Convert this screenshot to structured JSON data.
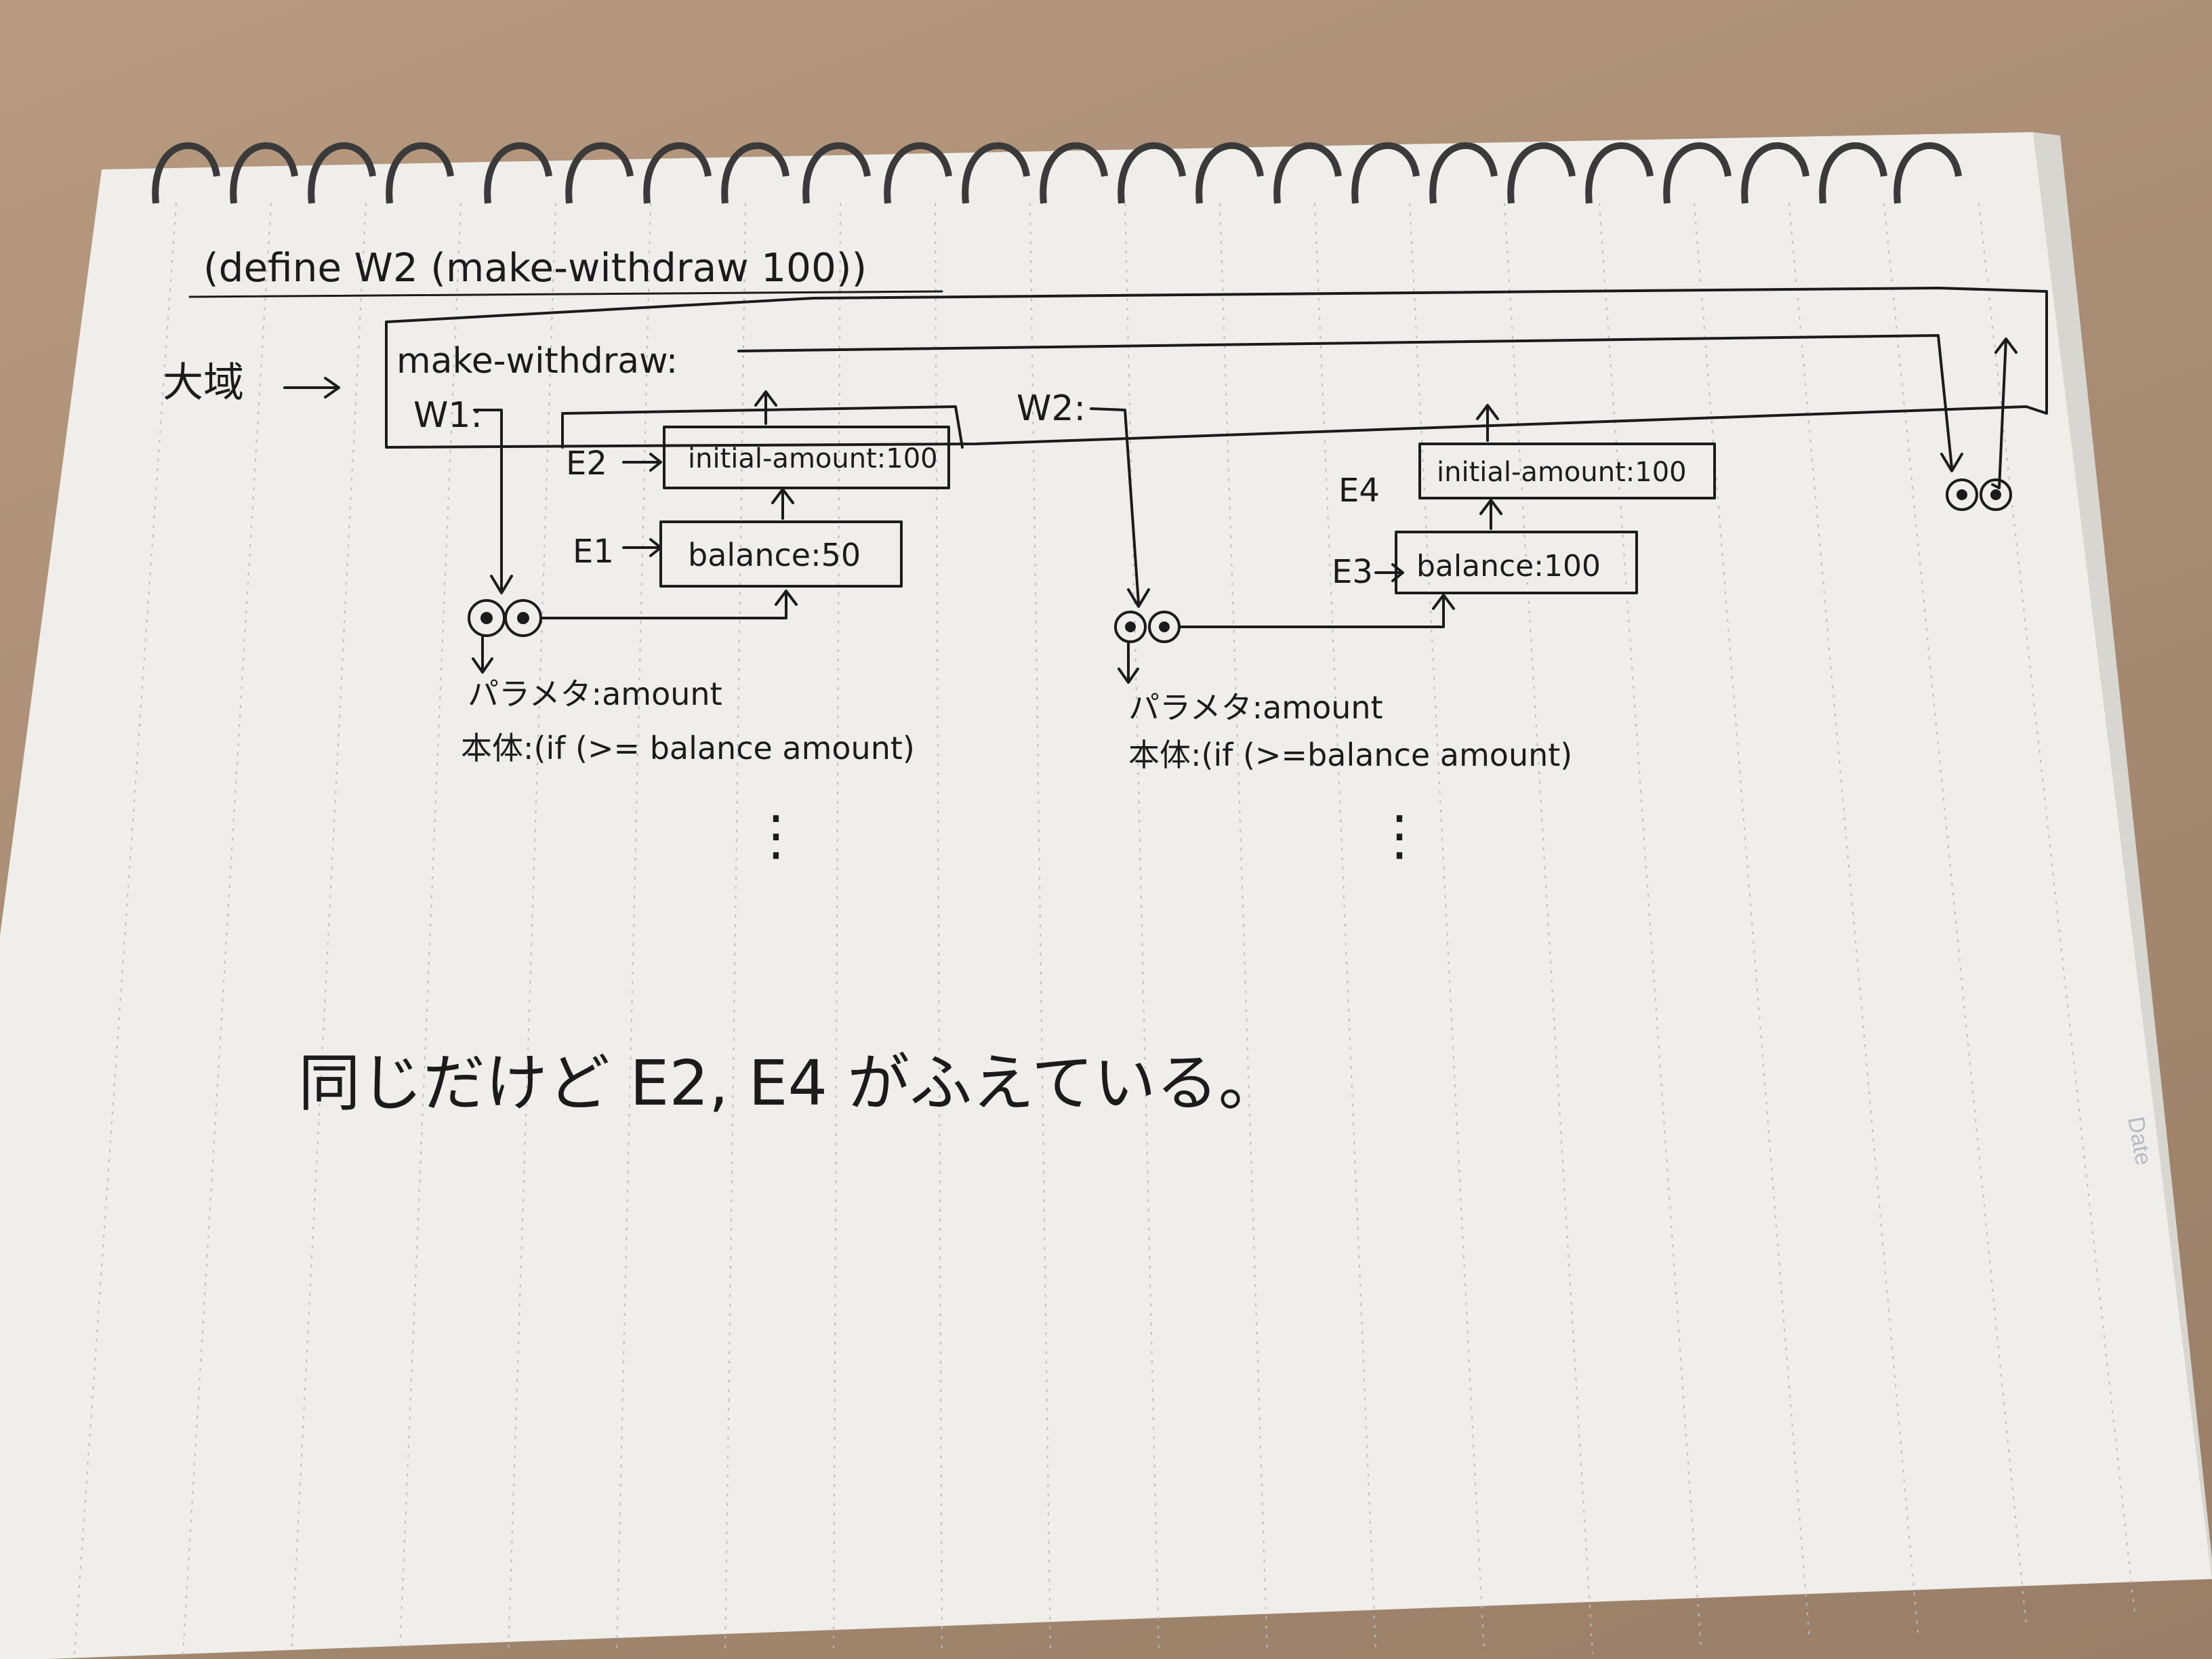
{
  "header": {
    "code": "(define W2 (make-withdraw 100))"
  },
  "global_env": {
    "label": "大域",
    "bindings": [
      "make-withdraw:",
      "W1:",
      "W2:"
    ]
  },
  "left": {
    "e2_label": "E2",
    "e2_binding": "initial-amount:100",
    "e1_label": "E1",
    "e1_binding": "balance:50",
    "params": "パラメタ:amount",
    "body": "本体:(if (>= balance amount)",
    "dots": "⋮"
  },
  "right": {
    "e4_label": "E4",
    "e4_binding": "initial-amount:100",
    "e3_label": "E3",
    "e3_binding": "balance:100",
    "params": "パラメタ:amount",
    "body": "本体:(if (>=balance amount)",
    "dots": "⋮"
  },
  "note": "同じだけど E2, E4 がふえている。",
  "margin_mark": "Date",
  "colors": {
    "paper": "#efeeea",
    "ink": "#1b1b1b",
    "rule": "#b9bcc6",
    "desk": "#a88c73"
  }
}
